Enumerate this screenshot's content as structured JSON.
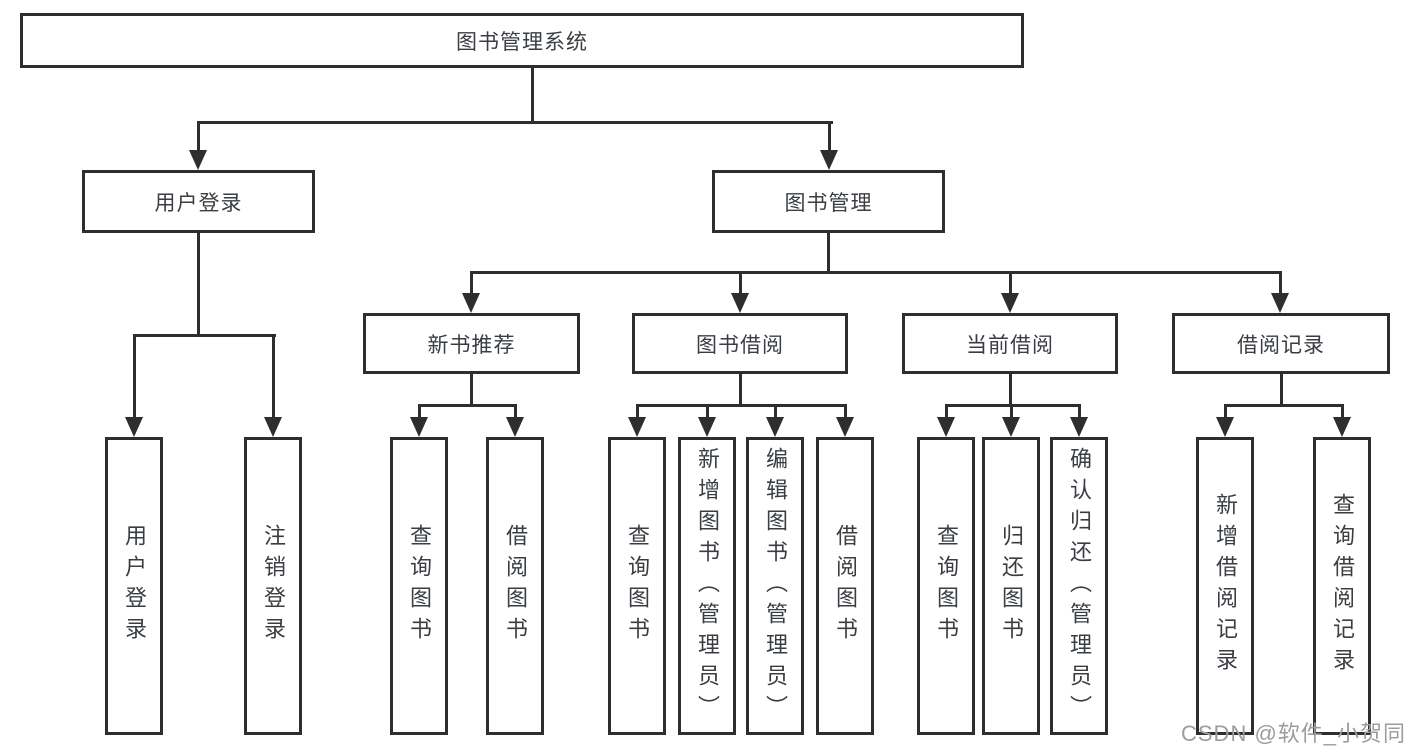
{
  "nodes": {
    "root": "图书管理系统",
    "user_login": "用户登录",
    "book_management": "图书管理",
    "new_book_recommend": "新书推荐",
    "book_borrow": "图书借阅",
    "current_borrow": "当前借阅",
    "borrow_records": "借阅记录",
    "leaf_user_login": "用户登录",
    "leaf_logout_login": "注销登录",
    "recommend_query_books": "查询图书",
    "recommend_borrow_books": "借阅图书",
    "borrow_query_books": "查询图书",
    "borrow_add_books_admin": "新增图书（管理员）",
    "borrow_edit_books_admin": "编辑图书（管理员）",
    "borrow_borrow_books": "借阅图书",
    "current_query_books": "查询图书",
    "current_return_books": "归还图书",
    "current_confirm_return_admin": "确认归还（管理员）",
    "records_add_record": "新增借阅记录",
    "records_query_record": "查询借阅记录"
  },
  "watermark": "CSDN @软件_小贺同学",
  "colors": {
    "line": "#2e2e2e",
    "text": "#3a3e42",
    "watermark": "#9c9c9c",
    "background": "#ffffff"
  }
}
